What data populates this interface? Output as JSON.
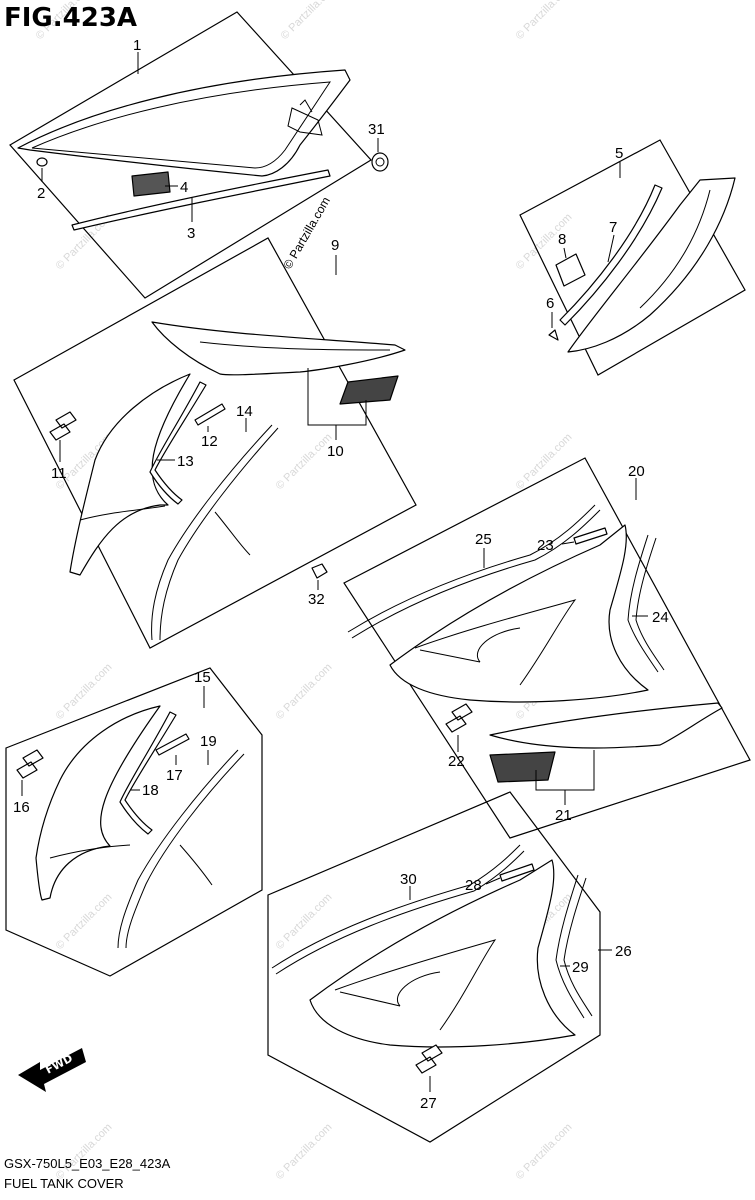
{
  "figure": {
    "title": "FIG.423A",
    "code": "GSX-750L5_E03_E28_423A",
    "name": "FUEL TANK COVER",
    "fwd_label": "FWD",
    "watermark": "© Partzilla.com"
  },
  "callouts": {
    "c1": "1",
    "c2": "2",
    "c3": "3",
    "c4": "4",
    "c5": "5",
    "c6": "6",
    "c7": "7",
    "c8": "8",
    "c9": "9",
    "c10": "10",
    "c11": "11",
    "c12": "12",
    "c13": "13",
    "c14": "14",
    "c15": "15",
    "c16": "16",
    "c17": "17",
    "c18": "18",
    "c19": "19",
    "c20": "20",
    "c21": "21",
    "c22": "22",
    "c23": "23",
    "c24": "24",
    "c25": "25",
    "c26": "26",
    "c27": "27",
    "c28": "28",
    "c29": "29",
    "c30": "30",
    "c31": "31",
    "c32": "32"
  },
  "colors": {
    "line": "#000000",
    "background": "#ffffff",
    "watermark": "#d8d8d8"
  }
}
